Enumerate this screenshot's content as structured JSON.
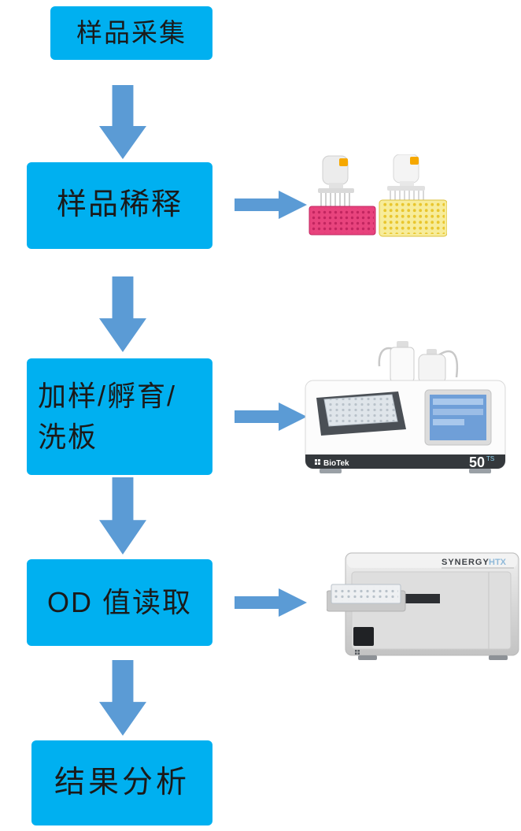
{
  "colors": {
    "step_box_fill": "#00b0f0",
    "arrow_fill": "#5b9bd5",
    "step_text": "#1a1a1a",
    "background": "#ffffff"
  },
  "steps": [
    {
      "name": "sample-collection",
      "lines": [
        "样品采集"
      ]
    },
    {
      "name": "sample-dilution",
      "lines": [
        "样品稀释"
      ]
    },
    {
      "name": "dispense-incubate-wash",
      "lines": [
        "加样/孵育/",
        "洗板"
      ]
    },
    {
      "name": "od-reading",
      "lines": [
        "OD 值读取"
      ]
    },
    {
      "name": "result-analysis",
      "lines": [
        "结果分析"
      ]
    }
  ],
  "connectors": {
    "down_arrow_count": 4,
    "right_arrow_count": 3
  },
  "equipment": {
    "pipettes": {
      "description": "multichannel-pipettes-with-microplates"
    },
    "washer": {
      "brand": "BioTek",
      "model": "50",
      "model_suffix": "TS"
    },
    "reader": {
      "brand": "SYNERGY",
      "model": "HTX"
    }
  }
}
